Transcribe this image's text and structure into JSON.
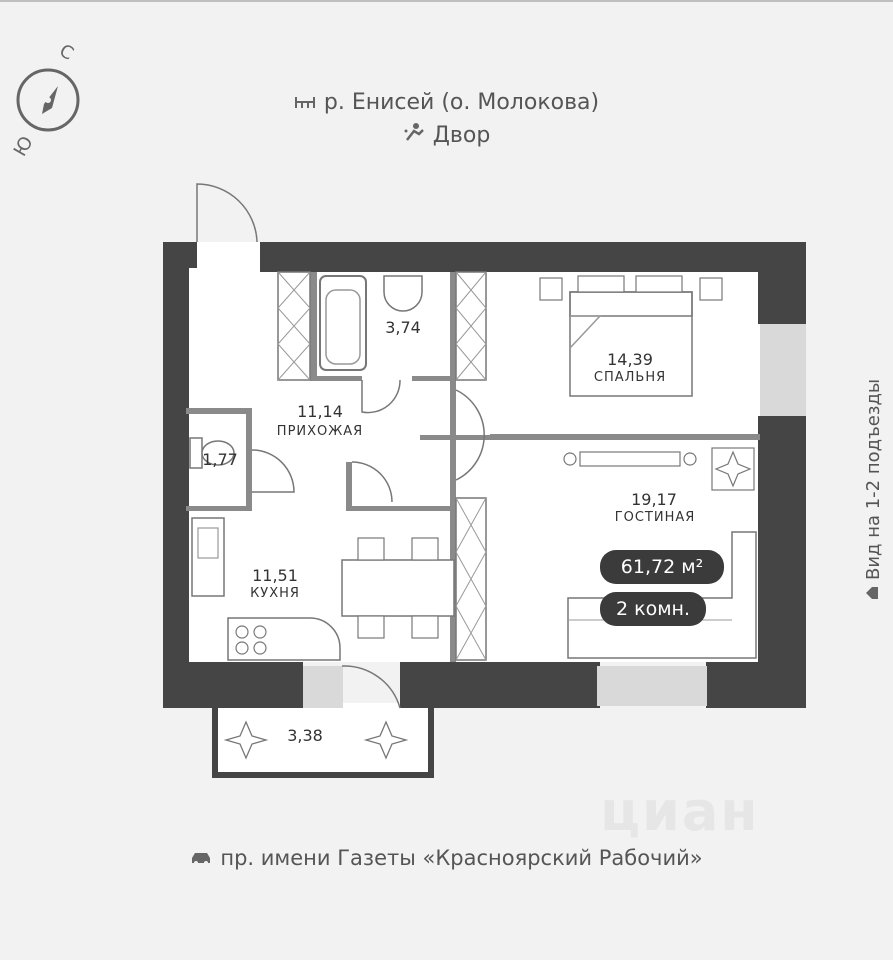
{
  "compass": {
    "north": "С",
    "south": "Ю"
  },
  "orientation": {
    "river": "р. Енисей (о. Молокова)",
    "yard": "Двор"
  },
  "rooms": {
    "bathroom": {
      "area": "3,74"
    },
    "bedroom": {
      "area": "14,39",
      "name": "СПАЛЬНЯ"
    },
    "hallway": {
      "area": "11,14",
      "name": "ПРИХОЖАЯ"
    },
    "toilet": {
      "area": "1,77"
    },
    "living": {
      "area": "19,17",
      "name": "ГОСТИНАЯ"
    },
    "kitchen": {
      "area": "11,51",
      "name": "КУХНЯ"
    },
    "balcony": {
      "area": "3,38"
    }
  },
  "summary": {
    "total_area": "61,72 м²",
    "rooms": "2 комн."
  },
  "side_note": "Вид на 1-2 подъезды",
  "street": "пр. имени Газеты «Красноярский Рабочий»",
  "watermark": "циан",
  "colors": {
    "wall": "#454545",
    "background": "#f2f2f2",
    "floor": "#ffffff",
    "badge": "#3b3b3b"
  }
}
